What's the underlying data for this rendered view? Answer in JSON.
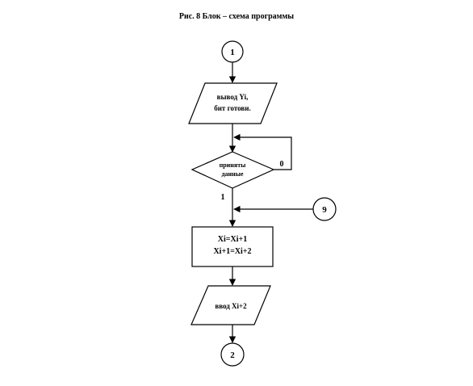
{
  "title": "Рис. 8 Блок – схема программы",
  "nodes": {
    "connector_start": "1",
    "output_block": {
      "line1": "вывод Yi,",
      "line2": "бит готови."
    },
    "decision": {
      "line1": "приняты",
      "line2": "данные",
      "yes_label": "1",
      "no_label": "0"
    },
    "connector_join": "9",
    "process_block": {
      "line1": "Xi=Xi+1",
      "line2": "Xi+1=Xi+2"
    },
    "input_block": "ввод Xi+2",
    "connector_end": "2"
  }
}
